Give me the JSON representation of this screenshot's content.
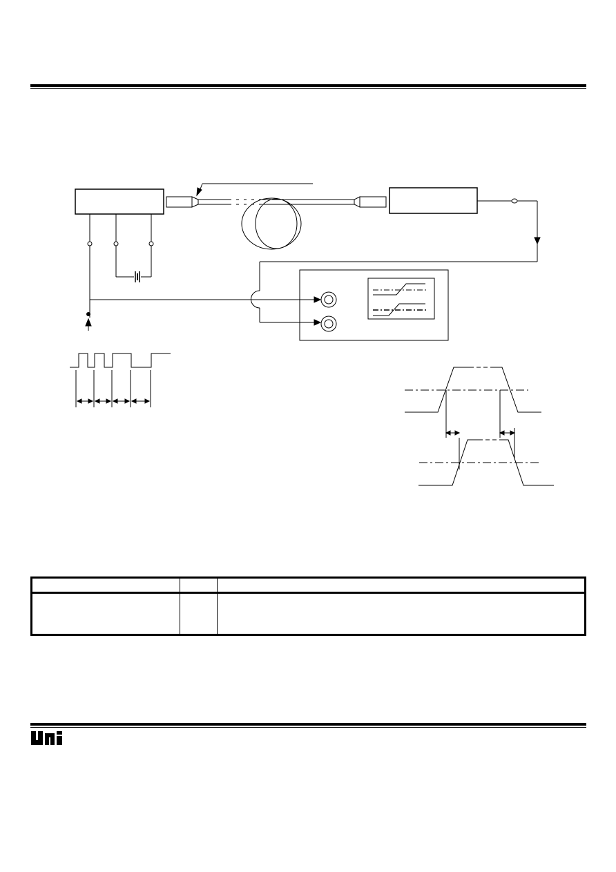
{
  "header": {},
  "diagram": {
    "blocks": [
      "transmitter-block",
      "receiver-block",
      "oscilloscope-block"
    ],
    "terminals": 5,
    "waveforms": [
      "input-pulse-train",
      "switching-timing-diagram"
    ]
  },
  "table": {
    "columns": [
      "",
      "",
      ""
    ],
    "rows": [
      [
        "",
        "",
        ""
      ]
    ]
  },
  "footer": {
    "logo_text": "UNi"
  }
}
